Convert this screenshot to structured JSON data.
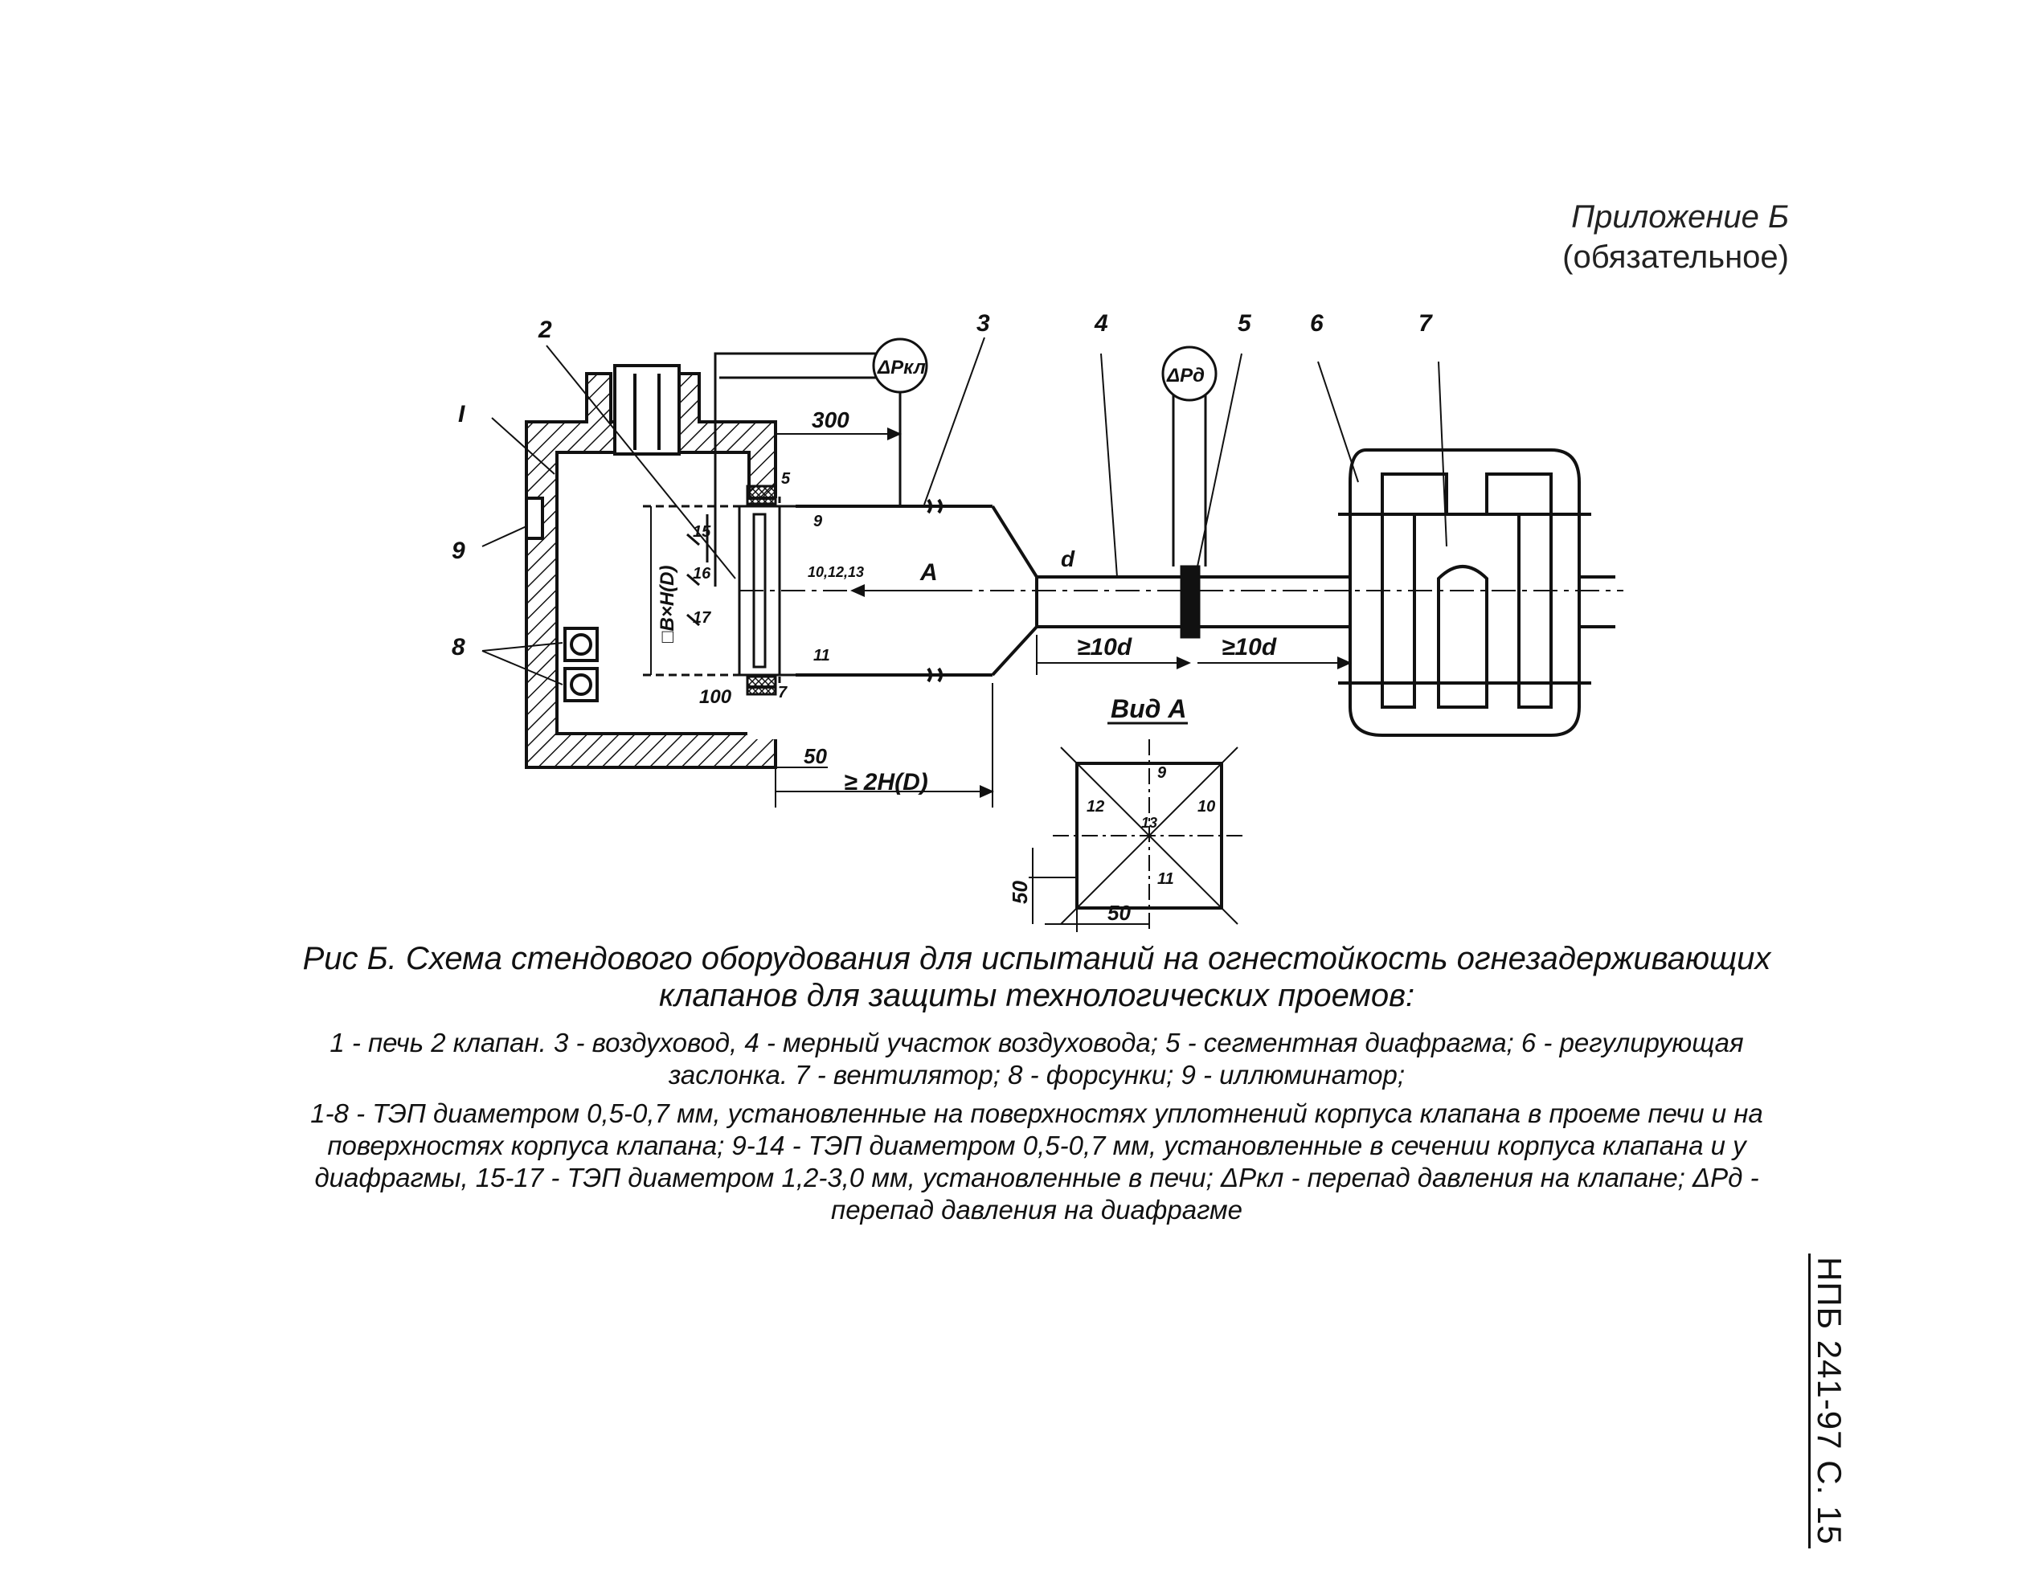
{
  "appendix": {
    "title": "Приложение Б",
    "subtitle": "(обязательное)"
  },
  "diagram": {
    "callouts": [
      "I",
      "2",
      "3",
      "4",
      "5",
      "6",
      "7",
      "8",
      "9"
    ],
    "gauge_klapan": "ΔPкл",
    "gauge_diaphragm": "ΔPд",
    "dim_300": "300",
    "dim_100": "100",
    "dim_50": "50",
    "dim_2h": "≥ 2H(D)",
    "dim_10d_left": "≥10d",
    "dim_10d_right": "≥10d",
    "dim_d": "d",
    "dim_section": "□B×H(D)",
    "flow_label": "A",
    "sensor_labels": [
      "5",
      "9",
      "15",
      "16",
      "17",
      "10,12,13",
      "11",
      "7"
    ],
    "view_title": "Вид А",
    "view_labels": [
      "9",
      "10",
      "11",
      "12",
      "13"
    ],
    "view_dim_x": "50",
    "view_dim_y": "50"
  },
  "caption": {
    "title": "Рис Б. Схема стендового оборудования для испытаний на огнестойкость огнезадерживающих клапанов для защиты технологических проемов:",
    "legend1": "1 - печь 2   клапан. 3 - воздуховод, 4 - мерный участок воздуховода; 5 - сегментная диафрагма; 6 - регулирующая заслонка. 7 - вентилятор; 8 - форсунки; 9 - иллюминатор;",
    "legend2": "1-8 - ТЭП диаметром 0,5-0,7 мм, установленные на поверхностях уплотнений корпуса клапана в проеме печи и на поверхностях корпуса клапана; 9-14 - ТЭП диаметром 0,5-0,7 мм, установленные в сечении корпуса клапана и у диафрагмы, 15-17 - ТЭП диаметром 1,2-3,0 мм, установленные в печи; ΔPкл - перепад давления на клапане; ΔPд - перепад давления на диафрагме"
  },
  "side_code": "НПБ 241-97 С. 15"
}
